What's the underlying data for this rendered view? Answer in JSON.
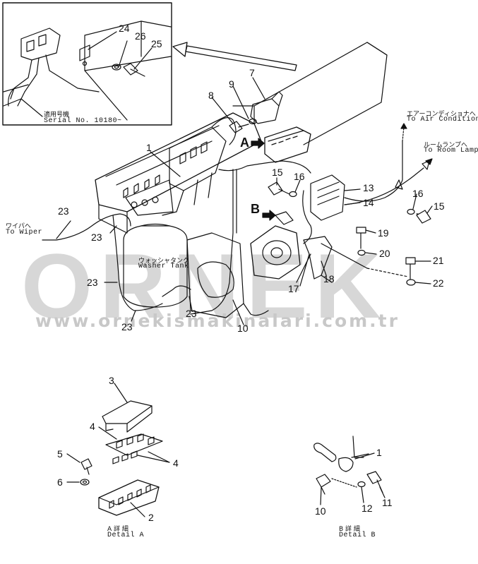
{
  "watermark": {
    "main": "ORNEK",
    "url": "www.ornekismakinalari.com.tr"
  },
  "inset": {
    "jp_label": "適用号機",
    "serial": "Serial No. 10180~",
    "callouts": [
      "24",
      "26",
      "25"
    ]
  },
  "main_callouts": {
    "c7": "7",
    "c8": "8",
    "c9": "9",
    "c1": "1",
    "c15a": "15",
    "c16a": "16",
    "c13": "13",
    "c14": "14",
    "c16b": "16",
    "c15b": "15",
    "c19": "19",
    "c20": "20",
    "c21": "21",
    "c22": "22",
    "c17": "17",
    "c18": "18",
    "c10": "10",
    "c23a": "23",
    "c23b": "23",
    "c23c": "23",
    "c23d": "23",
    "c23e": "23"
  },
  "markers": {
    "A": "A",
    "B": "B"
  },
  "labels": {
    "wiper_jp": "ワイパへ",
    "wiper_en": "To Wiper",
    "ac_jp": "エアーコンディショナへ",
    "ac_en": "To Air Conditioner",
    "room_jp": "ルームランプへ",
    "room_en": "To Room Lamp",
    "tank_jp": "ウォッシャタンク",
    "tank_en": "Washer Tank"
  },
  "detail_a": {
    "callouts": [
      "3",
      "4",
      "4",
      "5",
      "6",
      "2"
    ],
    "jp": "A 詳 細",
    "en": "Detail A"
  },
  "detail_b": {
    "callouts": [
      "1",
      "10",
      "12",
      "11"
    ],
    "jp": "B 詳 細",
    "en": "Detail B"
  }
}
